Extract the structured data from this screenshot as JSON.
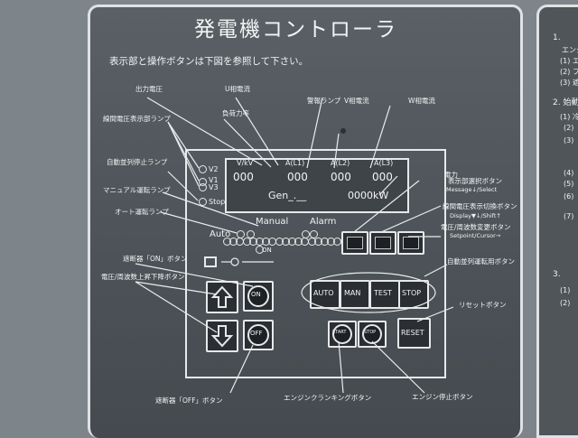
{
  "title": "発電機コントローラ",
  "subtitle": "表示部と操作ボタンは下図を参照して下さい。",
  "callouts": {
    "output_voltage": "出力電圧",
    "line_voltage": "U相電流",
    "load_factor": "負荷力率",
    "alarm_lamp": "警報ランプ",
    "v_current": "V相電流",
    "w_current": "W相電流",
    "voltage_display_lamp": "線間電圧表示部ランプ",
    "auto_stop_lamp": "自動並列停止ランプ",
    "manual_lamp": "マニュアル運転ランプ",
    "auto_lamp": "オート運転ランプ",
    "power": "電力",
    "display_select_btn": "表示部選択ボタン",
    "display_select_en": "Message↓/Select",
    "line_voltage_btn": "線間電圧表示切換ボタン",
    "line_voltage_en": "Display▼↓/Shift↑",
    "setpoint_btn": "電圧/周波数変更ボタン",
    "setpoint_en": "Setpoint/Cursor→",
    "breaker_on": "遮断器「ON」ボタン",
    "volt_freq_updown": "電圧/周波数上昇下降ボタン",
    "auto_parallel_btn": "自動並列運転用ボタン",
    "reset_btn": "リセットボタン",
    "breaker_off": "遮断器「OFF」ボタン",
    "engine_cranking": "エンジンクランキングボタン",
    "engine_stop": "エンジン停止ボタン"
  },
  "lcd": {
    "headers": [
      "V/kV",
      "A(L1)",
      "A(L2)",
      "A(L3)"
    ],
    "values": [
      "000",
      "000",
      "000",
      "000"
    ],
    "mode": "Gen_.__",
    "power": "0000kW"
  },
  "lamps": [
    "V1",
    "V2",
    "V3",
    "Stop"
  ],
  "row_labels": {
    "auto": "Auto",
    "manual": "Manual",
    "alarm": "Alarm",
    "on": "ON"
  },
  "buttons": {
    "on": "ON",
    "off": "OFF",
    "auto": "AUTO",
    "man": "MAN",
    "test": "TEST",
    "stop": "STOP",
    "reset": "RESET",
    "start": "START",
    "engine_stop": "STOP"
  },
  "side_panel": [
    "1.",
    "エンジ",
    "(1) エ",
    "(2) フ",
    "(3) 遮",
    "2. 始動",
    "(1) 冷",
    "(2)",
    "(3)",
    "(4)",
    "(5)",
    "(6)",
    "(7)",
    "3.",
    "(1)",
    "(2)"
  ]
}
